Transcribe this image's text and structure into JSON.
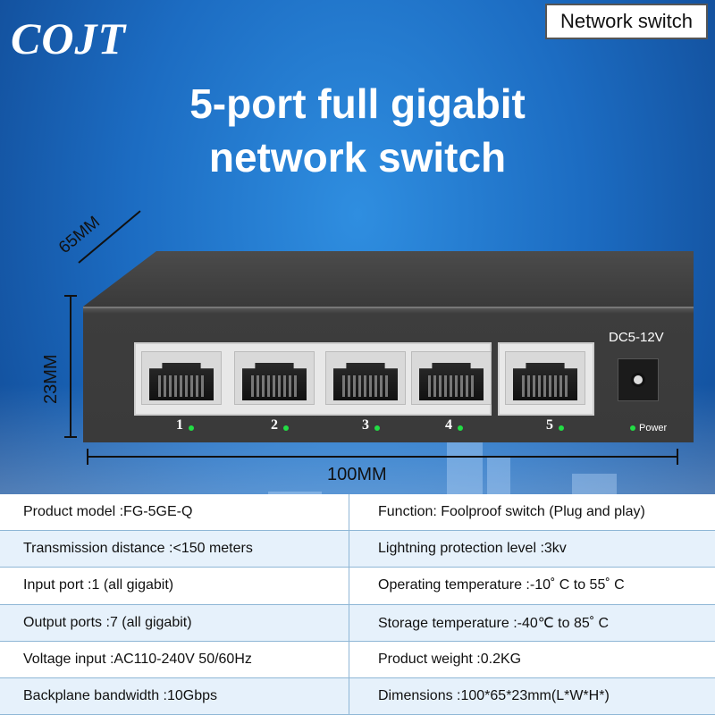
{
  "brand": {
    "logo_text": "COJT"
  },
  "tag": {
    "label": "Network switch"
  },
  "headline": {
    "line1": "5-port full gigabit",
    "line2": "network switch"
  },
  "dimensions": {
    "depth": "65MM",
    "height": "23MM",
    "width": "100MM"
  },
  "device": {
    "dc_label": "DC5-12V",
    "power_label": "Power",
    "ports": [
      "1",
      "2",
      "3",
      "4",
      "5"
    ],
    "led_color": "#22dd44"
  },
  "specs": {
    "left": [
      "Product model :FG-5GE-Q",
      "Transmission distance :<150 meters",
      "Input port :1 (all gigabit)",
      "Output ports :7 (all gigabit)",
      "Voltage input :AC110-240V 50/60Hz",
      "Backplane bandwidth :10Gbps"
    ],
    "right": [
      "Function: Foolproof switch (Plug and play)",
      "Lightning protection level :3kv",
      "Operating temperature :-10˚ C to 55˚ C",
      "Storage temperature :-40℃ to 85˚ C",
      "Product weight :0.2KG",
      "Dimensions :100*65*23mm(L*W*H*)"
    ]
  },
  "colors": {
    "background": "#1c6cc2",
    "table_border": "#8fb7d6"
  }
}
